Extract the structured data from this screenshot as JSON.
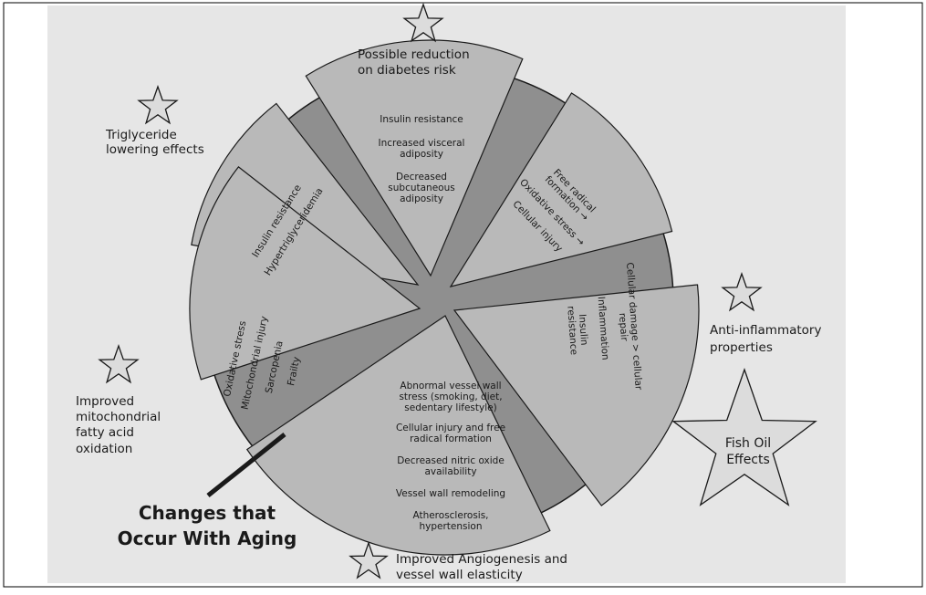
{
  "center_label": [
    "Changes that",
    "Occur With Aging"
  ],
  "hub_label": [
    "Fish Oil",
    "Effects"
  ],
  "effects": {
    "diabetes": [
      "Possible reduction",
      "on diabetes risk"
    ],
    "triglyceride": [
      "Triglyceride",
      "lowering effects"
    ],
    "anti_inflammatory": [
      "Anti-inflammatory",
      "properties"
    ],
    "mitochondrial": [
      "Improved",
      "mitochondrial",
      "fatty acid",
      "oxidation"
    ],
    "angiogenesis": [
      "Improved Angiogenesis and",
      "vessel wall elasticity"
    ]
  },
  "segments": {
    "top": [
      "Insulin resistance",
      "Increased visceral",
      "adiposity",
      "Decreased",
      "subcutaneous",
      "adiposity"
    ],
    "upper_left": [
      "Insulin resistance",
      "Hypertriglyceridemia"
    ],
    "upper_right": [
      "Free radical",
      "formation →",
      "Oxidative stress →",
      "Cellular injury"
    ],
    "right": [
      "Cellular damage > cellular",
      "repair",
      "Inflammation",
      "Insulin",
      "resistance"
    ],
    "left": [
      "Oxidative stress",
      "Mitochondrial injury",
      "Sarcopenia",
      "Frailty"
    ],
    "bottom": [
      "Abnormal vessel wall",
      "stress (smoking, diet,",
      "sedentary lifestyle)",
      "Cellular injury and free",
      "radical formation",
      "Decreased nitric oxide",
      "availability",
      "Vessel wall remodeling",
      "Atherosclerosis,",
      "hypertension"
    ]
  },
  "colors": {
    "background": "#e6e6e6",
    "segment_fill": "#b9b9b9",
    "hub_fill": "#8f8f8f",
    "stroke": "#1a1a1a",
    "star_fill": "#dcdcdc"
  }
}
